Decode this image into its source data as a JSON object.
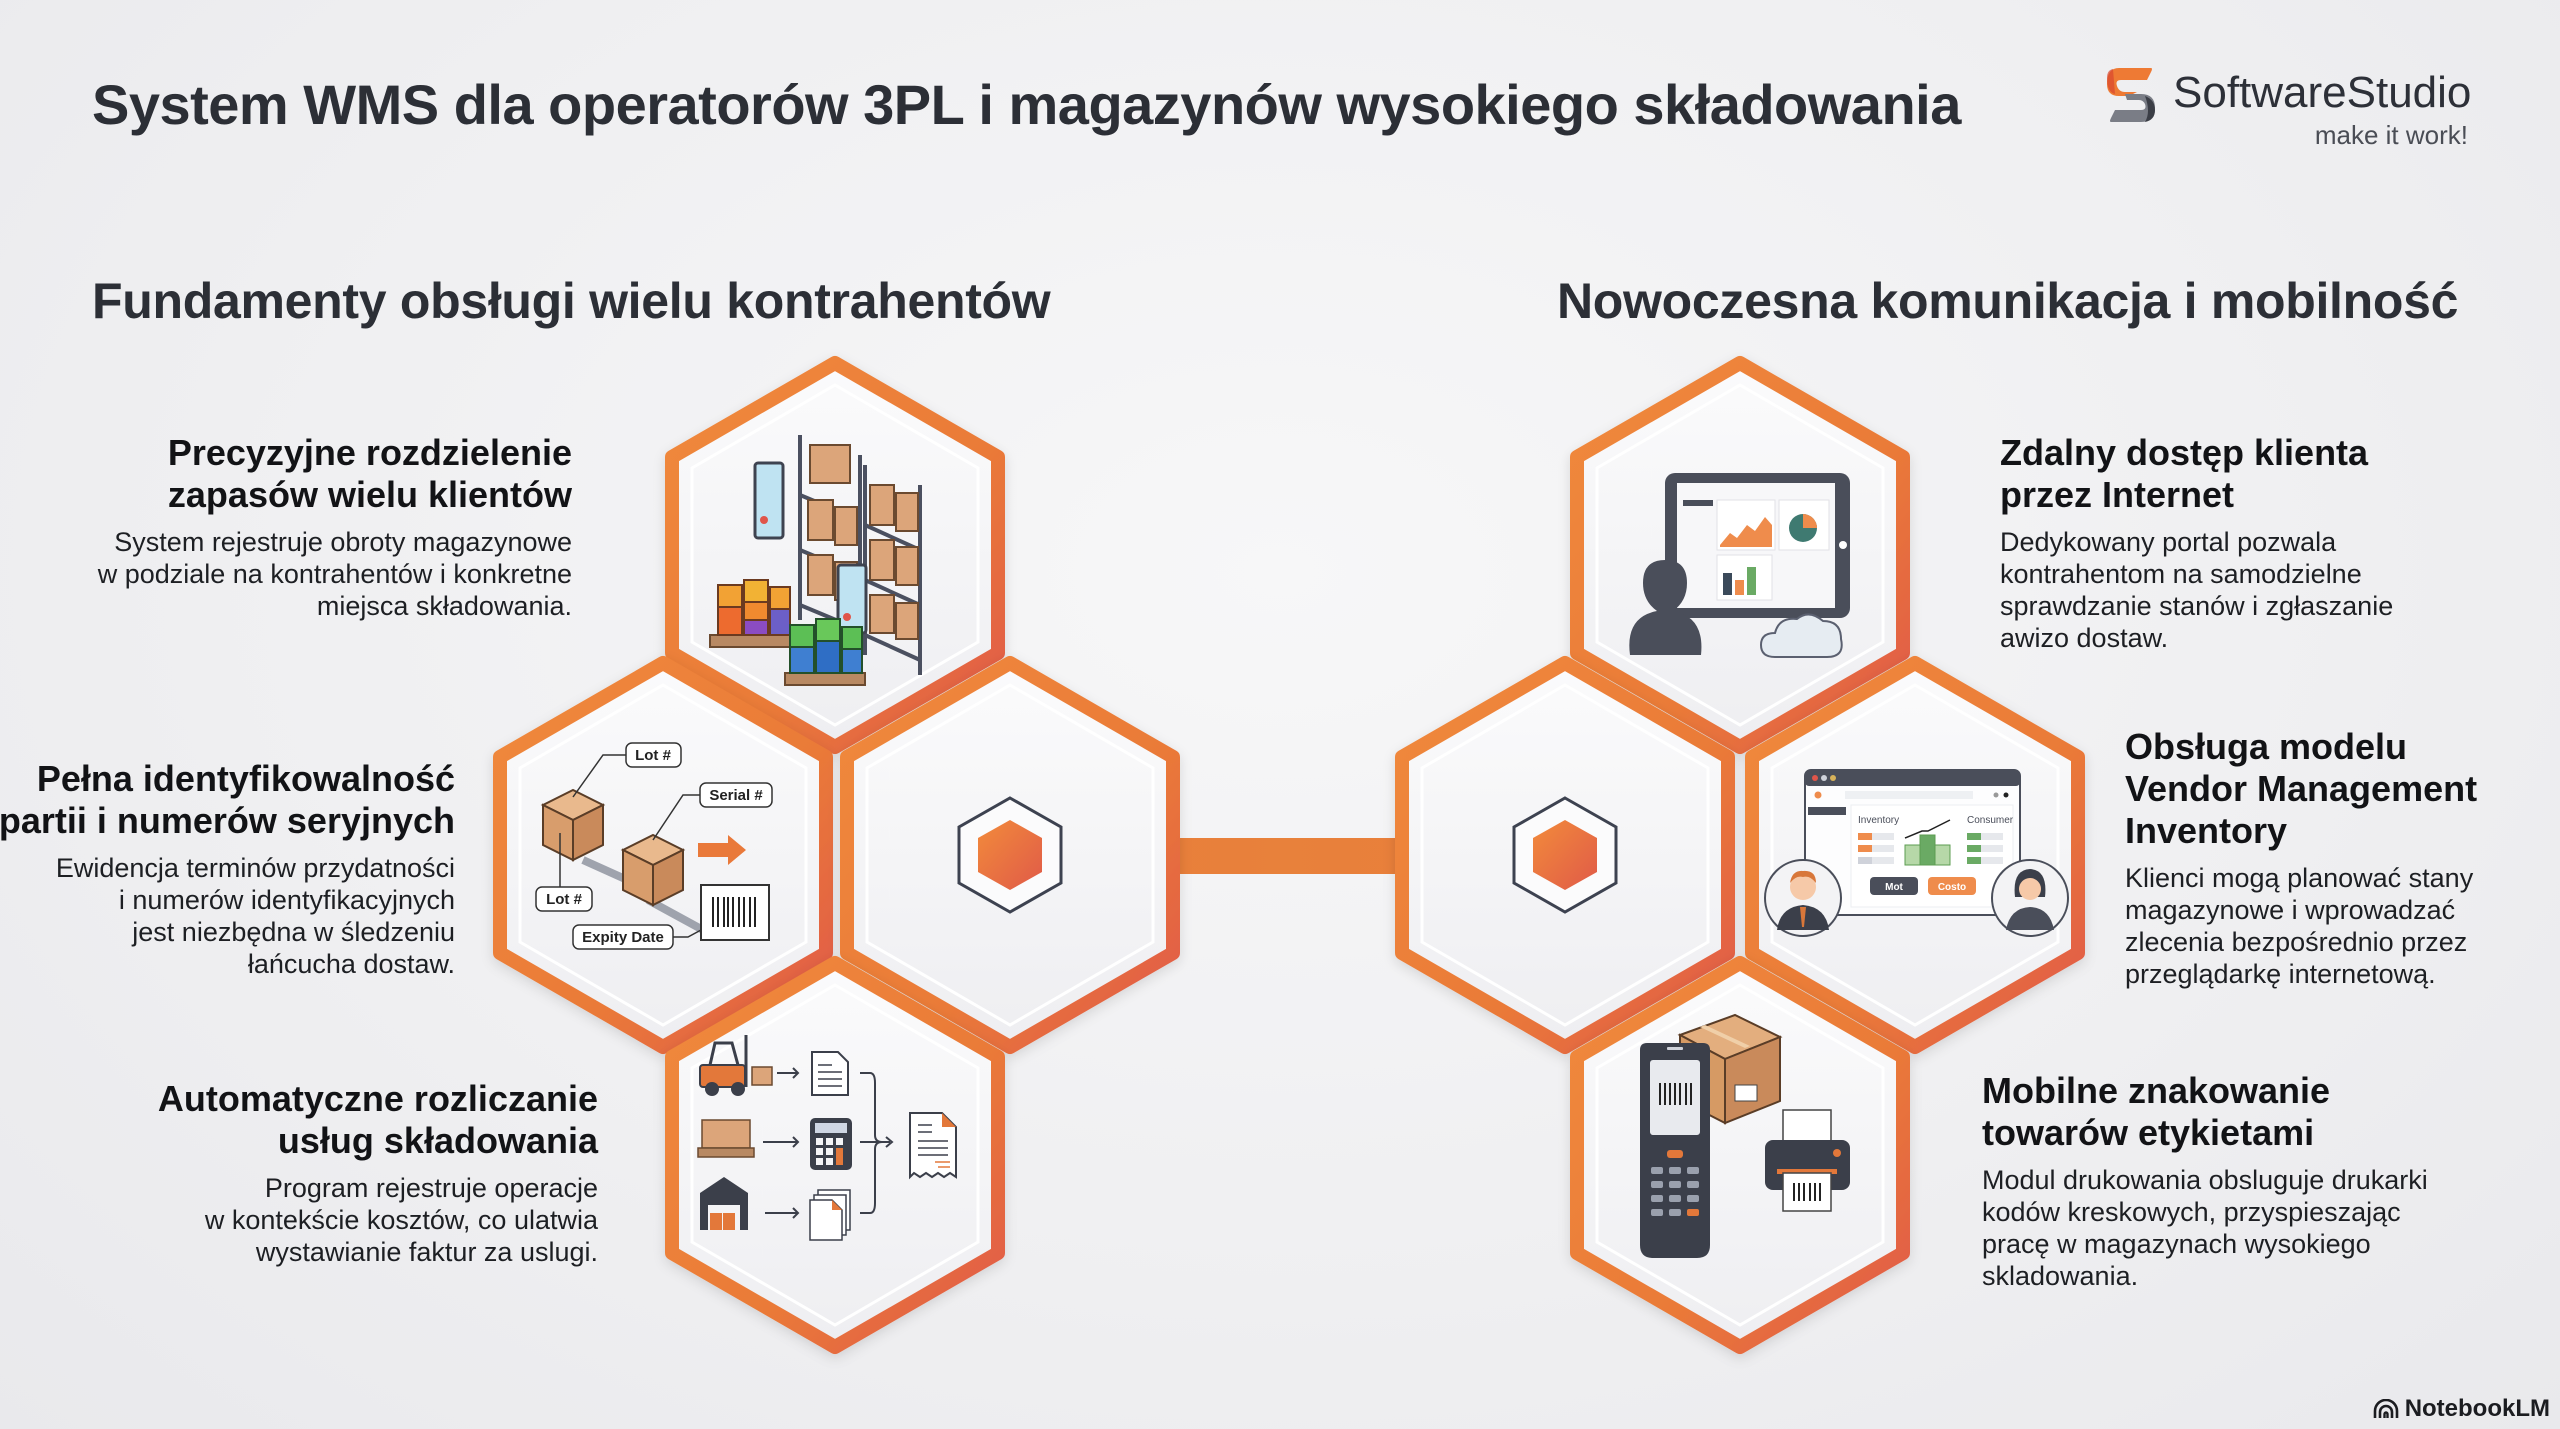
{
  "header": {
    "title": "System WMS dla operatorów 3PL i magazynów wysokiego składowania",
    "logo": {
      "name": "SoftwareStudio",
      "tagline": "make it work!",
      "icon": "s-logo-icon"
    }
  },
  "sections": {
    "left": {
      "title": "Fundamenty obsługi wielu kontrahentów",
      "features": [
        {
          "title_line1": "Precyzyjne rozdzielenie",
          "title_line2": "zapasów wielu klientów",
          "desc_line1": "System rejestruje obroty magazynowe",
          "desc_line2": "w podziale na kontrahentów i konkretne",
          "desc_line3": "miejsca składowania.",
          "icon": "warehouse-racks-icon"
        },
        {
          "title_line1": "Pełna identyfikowalność",
          "title_line2": "partii i numerów seryjnych",
          "desc_line1": "Ewidencja terminów przydatności",
          "desc_line2": "i numerów identyfikacyjnych",
          "desc_line3": "jest niezbędna w śledzeniu",
          "desc_line4": "łańcucha dostaw.",
          "icon": "traceability-boxes-icon",
          "labels": {
            "lot_top": "Lot #",
            "serial": "Serial #",
            "lot_bottom": "Lot #",
            "expiry": "Expity Date"
          }
        },
        {
          "title_line1": "Automatyczne rozliczanie",
          "title_line2": "usług składowania",
          "desc_line1": "Program rejestruje operacje",
          "desc_line2": "w kontekście kosztów, co ulatwia",
          "desc_line3": "wystawianie faktur za uslugi.",
          "icon": "billing-flow-icon"
        }
      ]
    },
    "right": {
      "title": "Nowoczesna komunikacja i mobilność",
      "features": [
        {
          "title_line1": "Zdalny dostęp klienta",
          "title_line2": "przez Internet",
          "desc_line1": "Dedykowany portal pozwala",
          "desc_line2": "kontrahentom na samodzielne",
          "desc_line3": "sprawdzanie stanów i zgłaszanie",
          "desc_line4": "awizo dostaw.",
          "icon": "client-portal-icon"
        },
        {
          "title_line1": "Obsługa modelu",
          "title_line2": "Vendor Management",
          "title_line3": "Inventory",
          "desc_line1": "Klienci mogą planować stany",
          "desc_line2": "magazynowe i wprowadzać",
          "desc_line3": "zlecenia bezpośrednio przez",
          "desc_line4": "przeglądarkę internetową.",
          "icon": "vmi-dashboard-icon",
          "labels": {
            "left_panel": "Inventory",
            "right_panel": "Consumer",
            "btn_dark": "Mot",
            "btn_orange": "Costo"
          }
        },
        {
          "title_line1": "Mobilne znakowanie",
          "title_line2": "towarów etykietami",
          "desc_line1": "Modul drukowania obsluguje drukarki",
          "desc_line2": "kodów kreskowych, przyspieszając",
          "desc_line3": "pracę w magazynach wysokiego",
          "desc_line4": "skladowania.",
          "icon": "barcode-scanner-printer-icon"
        }
      ]
    }
  },
  "colors": {
    "accent_orange": "#EA7D3A",
    "accent_red": "#E05A4C",
    "title_dark": "#2C2F36",
    "hex_fill": "#F4F4F6",
    "outline_dark": "#3D4250"
  },
  "footer": {
    "brand": "NotebookLM",
    "icon": "notebooklm-icon"
  }
}
